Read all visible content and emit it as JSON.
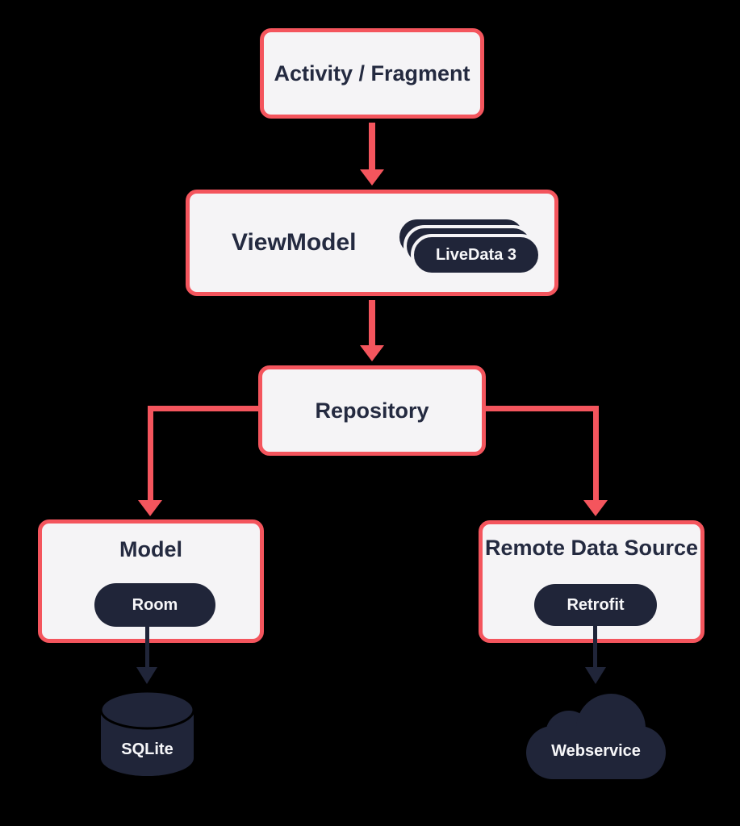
{
  "colors": {
    "background": "#000000",
    "accent_red": "#f4555d",
    "navy": "#202539",
    "box_fill": "#f5f4f6",
    "text_dark": "#242a40",
    "text_light": "#f7f7f9"
  },
  "nodes": {
    "activity": {
      "label": "Activity / Fragment"
    },
    "viewmodel": {
      "label": "ViewModel",
      "badge": "LiveData 3"
    },
    "repository": {
      "label": "Repository"
    },
    "model": {
      "label": "Model",
      "badge": "Room"
    },
    "remote": {
      "label": "Remote Data Source",
      "badge": "Retrofit"
    },
    "database": {
      "label": "SQLite"
    },
    "cloud": {
      "label": "Webservice"
    }
  }
}
